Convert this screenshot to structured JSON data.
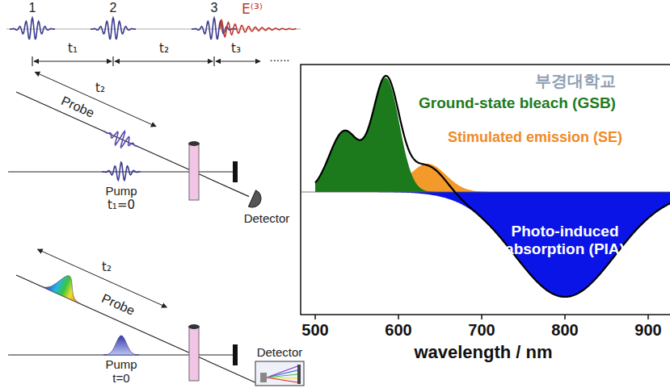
{
  "diagram": {
    "labels": [
      "1",
      "2",
      "3",
      "E⁽³⁾",
      "t₁",
      "t₂",
      "t₃",
      "......",
      "Probe",
      "t₂",
      "Pump",
      "t₁=0",
      "Detector",
      "t₂",
      "Probe",
      "Pump",
      "t=0",
      "Detector",
      "Ground-state bleach (GSB)",
      "Stimulated emission (SE)",
      "Photo-induced absorption (PIA)",
      "500",
      "600",
      "700",
      "800",
      "900",
      "wavelength / nm",
      "부경대학교"
    ]
  }
}
